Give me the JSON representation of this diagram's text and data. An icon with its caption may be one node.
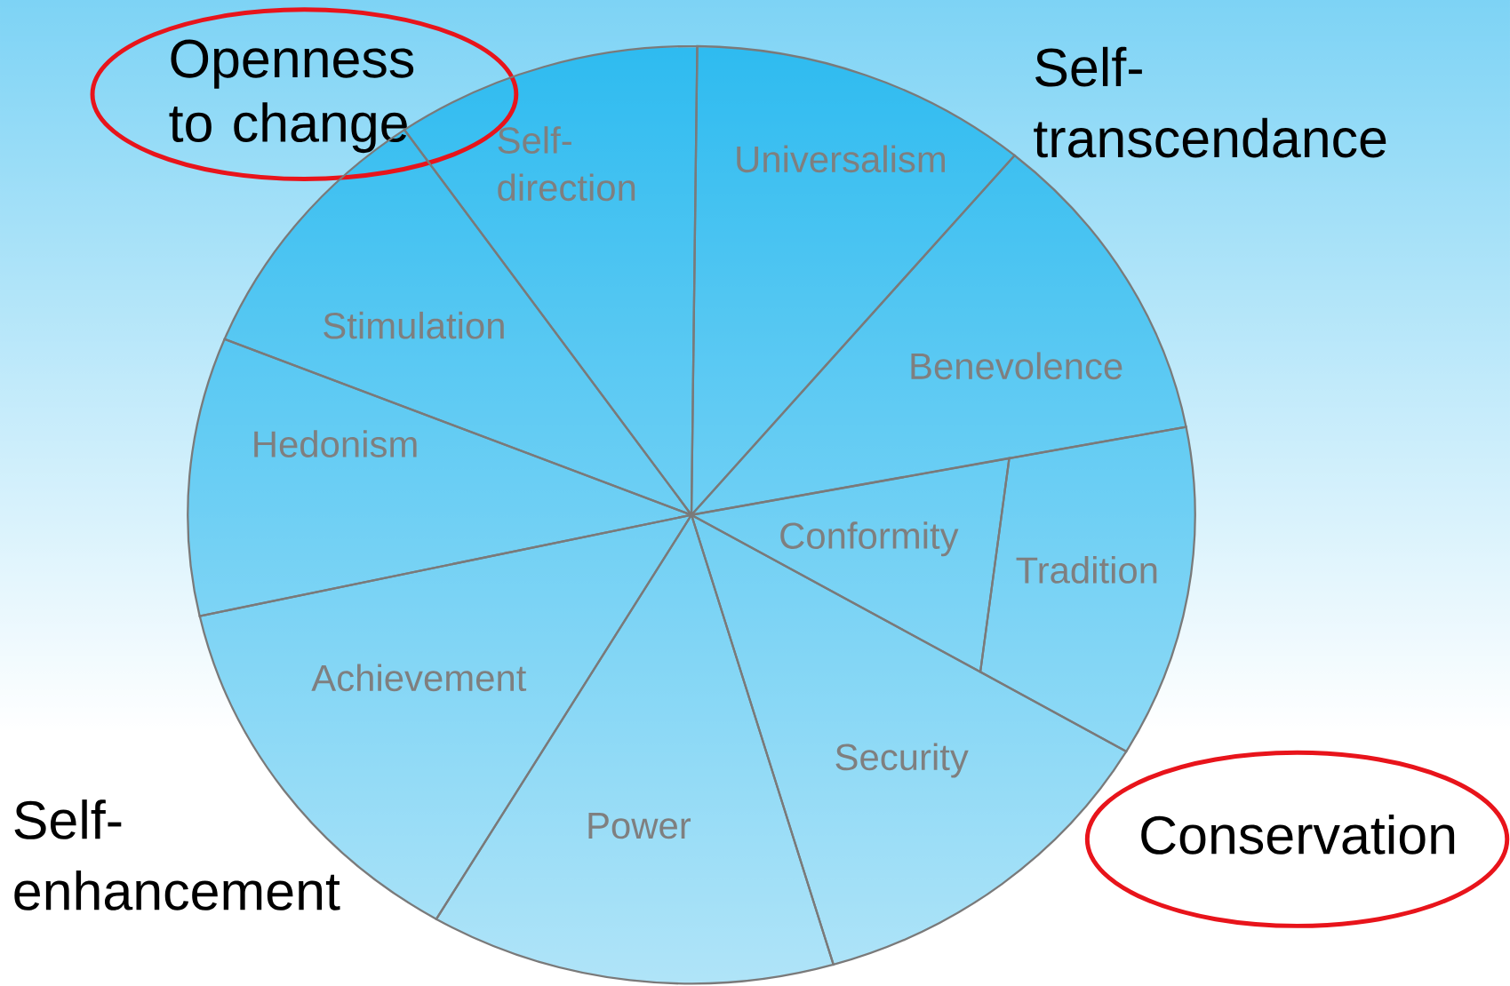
{
  "diagram": {
    "nodes": [
      {
        "text": [
          "Openness to change"
        ]
      },
      {
        "text": [
          "Self-direction"
        ]
      },
      {
        "text": [
          "Universalism"
        ]
      },
      {
        "text": [
          "Benevolence"
        ]
      },
      {
        "text": [
          "Stimulation"
        ]
      },
      {
        "text": [
          "Hedonism"
        ]
      },
      {
        "text": [
          "Conformity"
        ]
      },
      {
        "text": [
          "Tradition"
        ]
      },
      {
        "text": [
          "Achievement"
        ]
      },
      {
        "text": [
          "Security"
        ]
      },
      {
        "text": [
          "Power"
        ]
      },
      {
        "text": [
          "Conservation"
        ]
      }
    ],
    "labels": [
      "Self-transcendance",
      "Self-enhancement"
    ]
  }
}
